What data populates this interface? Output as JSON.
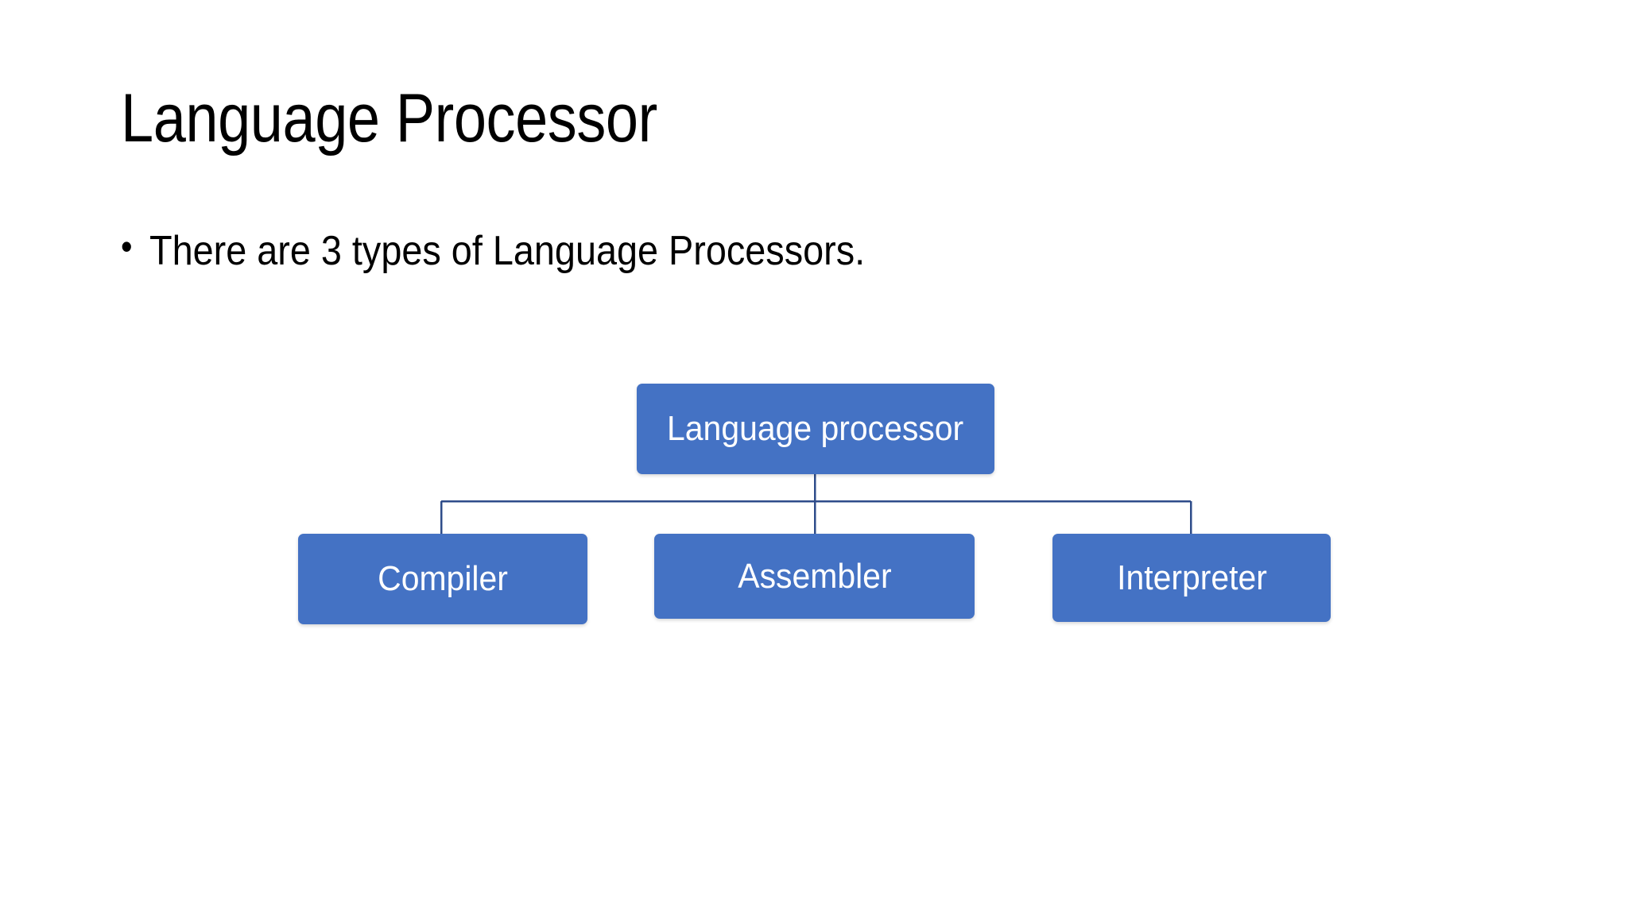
{
  "slide": {
    "title": "Language Processor",
    "background_color": "#FFFFFF",
    "bullets": [
      {
        "marker": "•",
        "text": "There are 3 types of Language Processors."
      }
    ]
  },
  "diagram": {
    "type": "org-chart",
    "node_fill_color": "#4472C4",
    "node_text_color": "#FFFFFF",
    "connector_color": "#2E4C8A",
    "root": {
      "label": "Language processor"
    },
    "children": [
      {
        "label": "Compiler"
      },
      {
        "label": "Assembler"
      },
      {
        "label": "Interpreter"
      }
    ]
  }
}
